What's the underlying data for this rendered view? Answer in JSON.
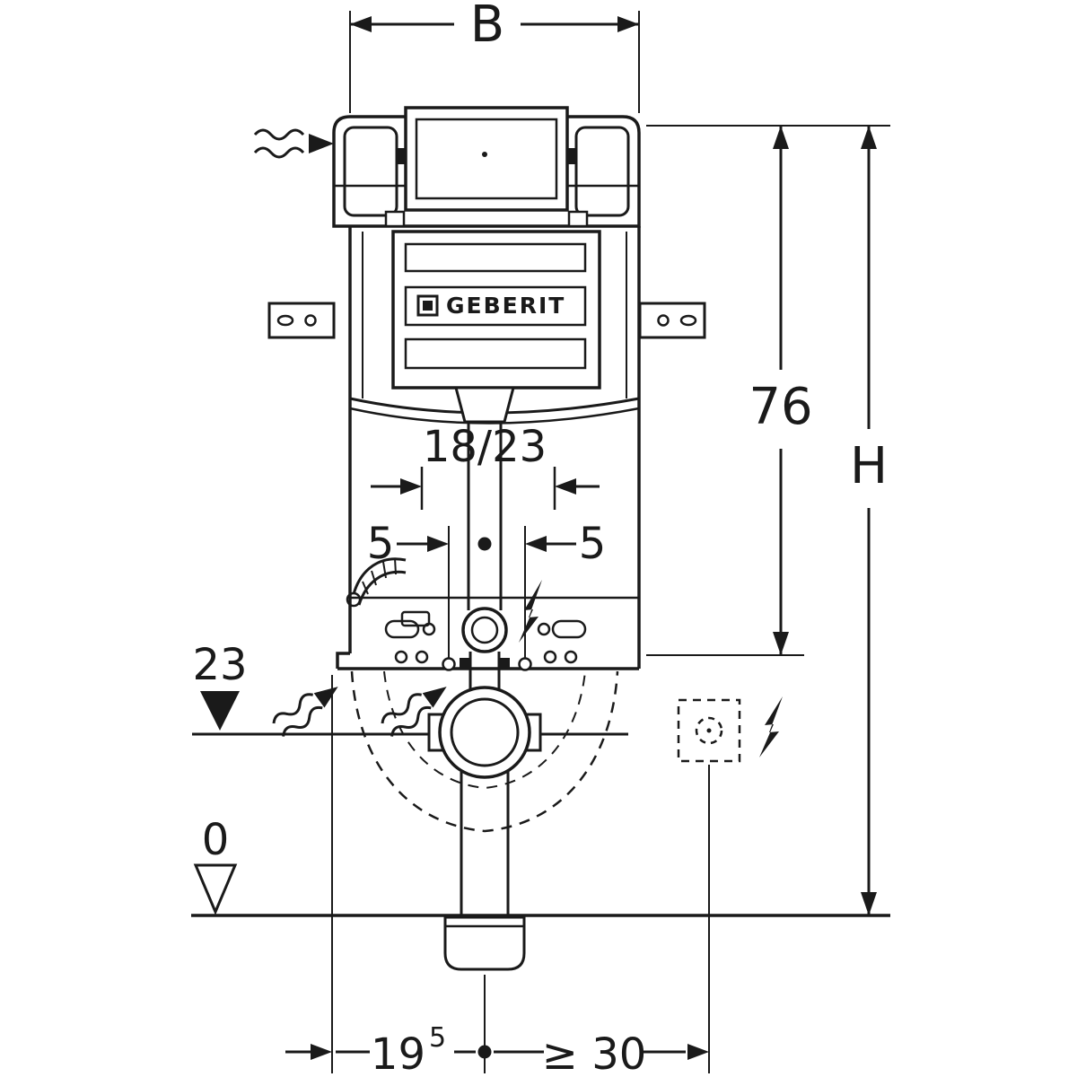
{
  "labels": {
    "b": "B",
    "v76": "76",
    "h": "H",
    "v1823": "18/23",
    "v5_left": "5",
    "v5_right": "5",
    "v23": "23",
    "v0": "0",
    "v19": "19",
    "v19_sup": "5",
    "v30": "≥ 30",
    "brand": "GEBERIT"
  },
  "colors": {
    "ink": "#1a1a1a",
    "background": "#ffffff"
  }
}
